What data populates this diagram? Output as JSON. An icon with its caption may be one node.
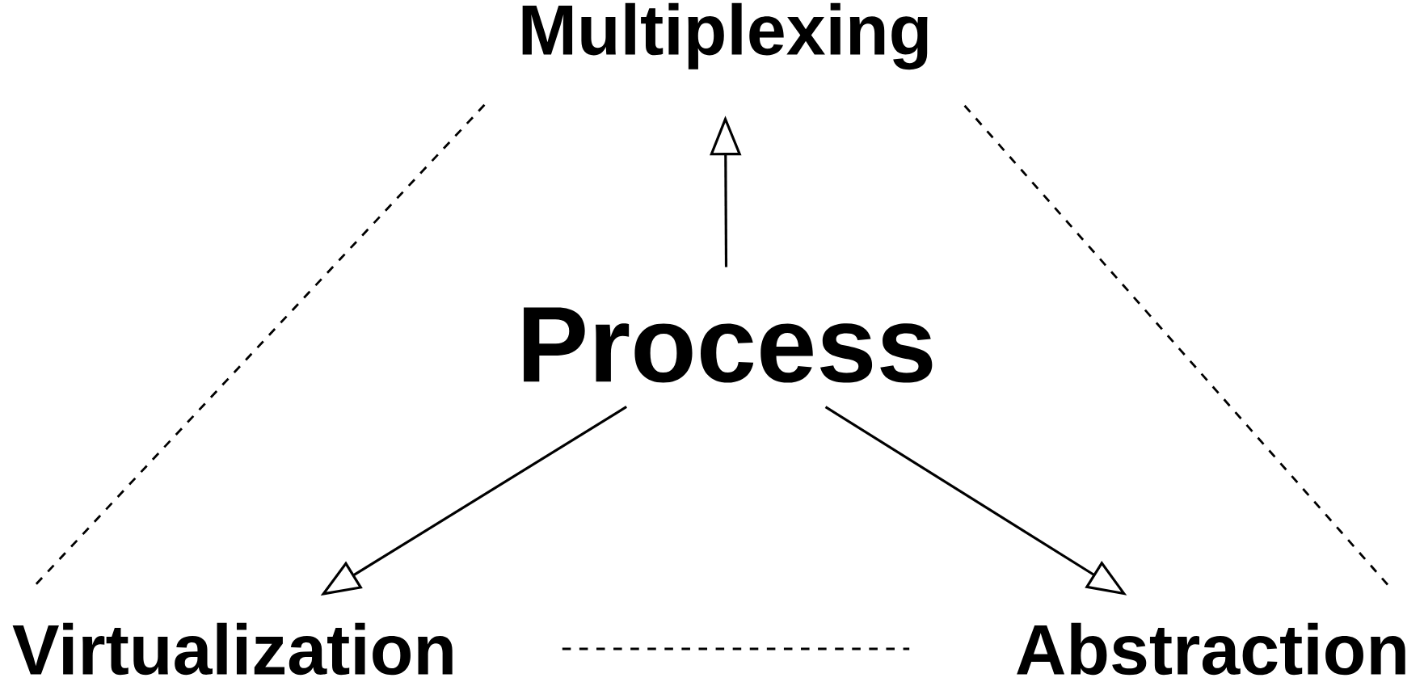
{
  "diagram": {
    "nodes": [
      {
        "text": [
          "Multiplexing"
        ]
      },
      {
        "text": [
          "Process"
        ]
      },
      {
        "text": [
          "Virtualization"
        ]
      },
      {
        "text": [
          "Abstraction"
        ]
      }
    ],
    "edges": [
      {
        "from": 1,
        "to": 0,
        "arrow": "to"
      },
      {
        "from": 1,
        "to": 2,
        "arrow": "to"
      },
      {
        "from": 1,
        "to": 3,
        "arrow": "to"
      },
      {
        "from": 0,
        "to": 2,
        "arrow": "none",
        "style": "dashed"
      },
      {
        "from": 0,
        "to": 3,
        "arrow": "none",
        "style": "dashed"
      },
      {
        "from": 2,
        "to": 3,
        "arrow": "none",
        "style": "dashed"
      }
    ]
  }
}
